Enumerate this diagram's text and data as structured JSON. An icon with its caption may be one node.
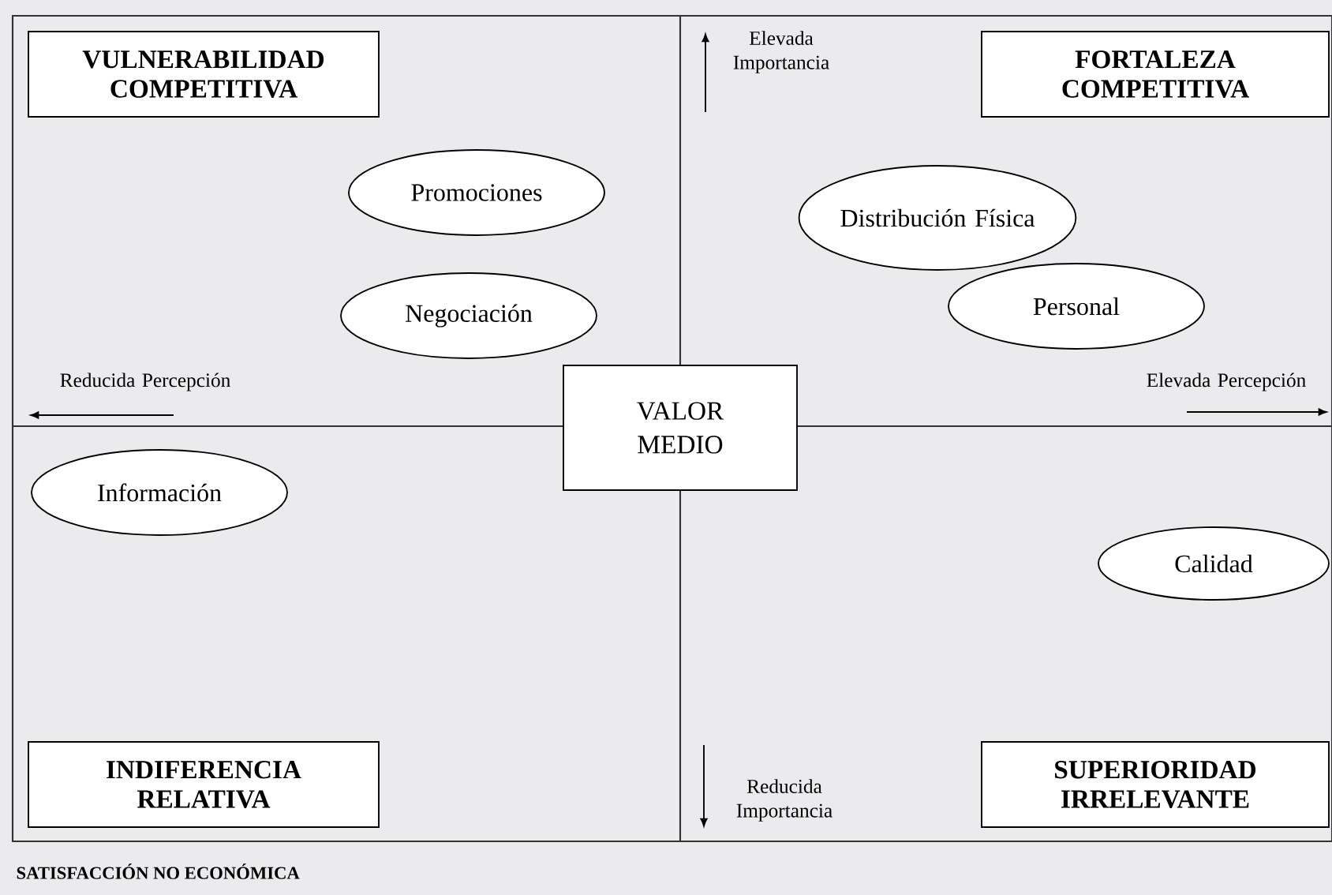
{
  "diagram": {
    "caption": "SATISFACCIÓN NO ECONÓMICA",
    "nodes": [
      {
        "text": [
          "VULNERABILIDAD COMPETITIVA"
        ]
      },
      {
        "text": [
          "FORTALEZA COMPETITIVA"
        ]
      },
      {
        "text": [
          "Promociones"
        ]
      },
      {
        "text": [
          "Distribución Física"
        ]
      },
      {
        "text": [
          "Personal"
        ]
      },
      {
        "text": [
          "Negociación"
        ]
      },
      {
        "text": [
          "VALOR MEDIO"
        ]
      },
      {
        "text": [
          "Información"
        ]
      },
      {
        "text": [
          "Calidad"
        ]
      },
      {
        "text": [
          "INDIFERENCIA RELATIVA"
        ]
      },
      {
        "text": [
          "SUPERIORIDAD IRRELEVANTE"
        ]
      }
    ],
    "labels": [
      "Elevada Importancia",
      "Reducida Percepción",
      "Elevada Percepción",
      "Reducida Importancia"
    ]
  }
}
